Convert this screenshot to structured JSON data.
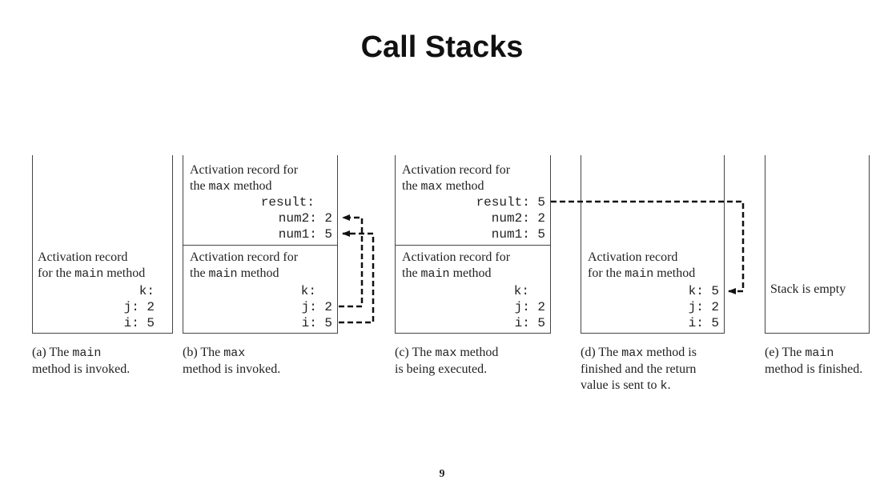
{
  "title": "Call Stacks",
  "page_number": "9",
  "mono_main": "main",
  "mono_max": "max",
  "record_main_a": "Activation record",
  "record_for_the": "for the",
  "record_method": "method",
  "record_for": "Activation record for",
  "the": "the",
  "stack_empty": "Stack is empty",
  "vars": {
    "k": "k:",
    "j": "j: 2",
    "i": "i: 5",
    "result_blank": "result:",
    "result_5": "result: 5",
    "num2": "num2: 2",
    "num1": "num1: 5",
    "k5": "k: 5"
  },
  "captions": {
    "a_pre": "(a) The ",
    "a_code": "main",
    "a_post": "method is invoked.",
    "b_pre": "(b) The ",
    "b_code": "max",
    "b_post": "method is invoked.",
    "c_pre": "(c) The ",
    "c_code": "max",
    "c_mid": " method",
    "c_post": "is being executed.",
    "d_pre": "(d) The ",
    "d_code": "max",
    "d_mid": " method is",
    "d_line2": "finished and the return",
    "d_line3": "value is sent to ",
    "d_code2": "k",
    "d_end": ".",
    "e_pre": "(e) The ",
    "e_code": "main",
    "e_post": "method is finished."
  }
}
